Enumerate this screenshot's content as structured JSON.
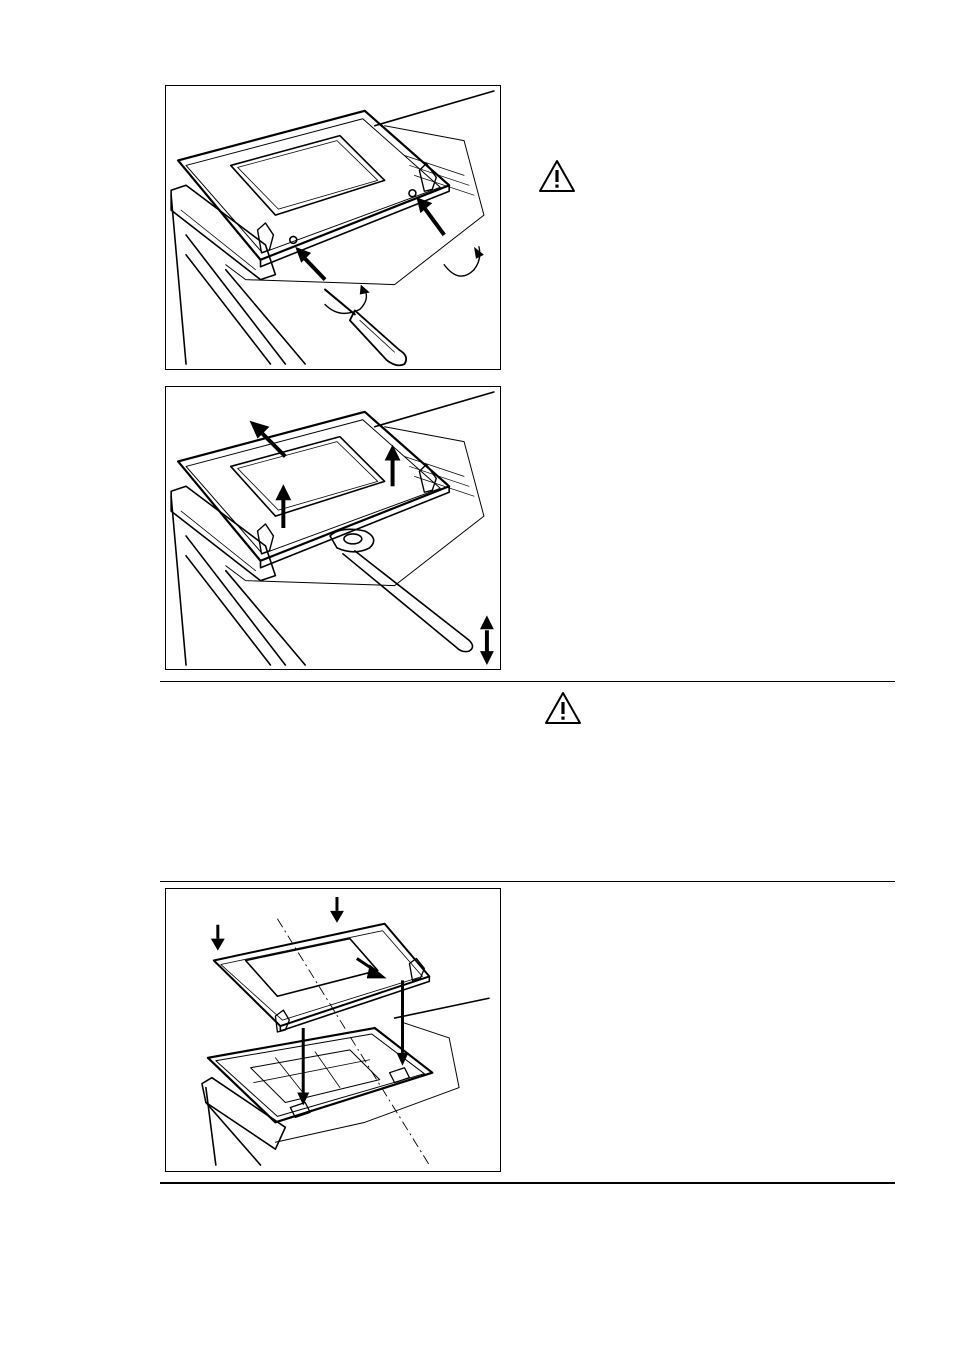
{
  "figures": [
    {
      "id": "fig-1",
      "icon": "door-hinge-screw-removal-illustration"
    },
    {
      "id": "fig-2",
      "icon": "door-panel-lift-off-illustration"
    },
    {
      "id": "fig-3",
      "icon": "door-glass-panel-reinstall-illustration"
    }
  ],
  "warnings": [
    {
      "icon": "warning-triangle-icon"
    },
    {
      "icon": "warning-triangle-icon"
    }
  ],
  "colors": {
    "line": "#000000",
    "background": "#ffffff"
  }
}
